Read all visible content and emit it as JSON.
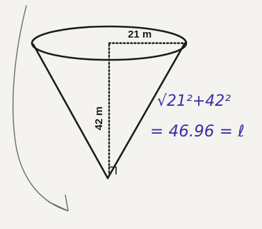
{
  "diagram": {
    "radius_label": "21 m",
    "height_label": "42 m",
    "work_line_1": "√21²+42²",
    "work_line_2": "= 46.96 = ℓ"
  },
  "colors": {
    "ink": "#1c1c1c",
    "pen": "#3b2fa3",
    "pencil": "#6a6a6a",
    "paper": "#f4f3ef"
  }
}
